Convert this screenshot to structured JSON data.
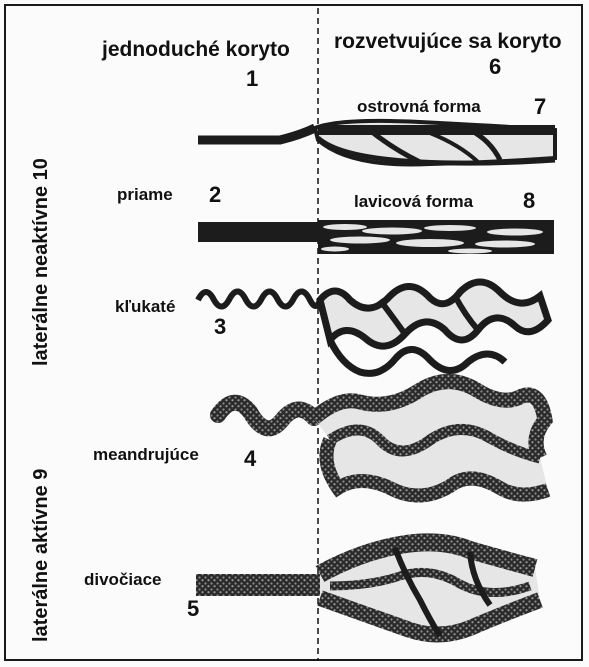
{
  "headers": {
    "single": "jednoduché koryto",
    "single_num": "1",
    "branching": "rozvetvujúce sa koryto",
    "branching_num": "6"
  },
  "left_labels": {
    "straight": "priame",
    "straight_num": "2",
    "meandering": "kľukaté",
    "meandering_num": "3",
    "meandrujuce": "meandrujúce",
    "meandrujuce_num": "4",
    "braided": "divočiace",
    "braided_num": "5"
  },
  "right_labels": {
    "island": "ostrovná forma",
    "island_num": "7",
    "bar": "lavicová forma",
    "bar_num": "8"
  },
  "side_labels": {
    "inactive": "laterálne neaktívne 10",
    "active": "laterálne aktívne 9"
  },
  "colors": {
    "channel": "#1c1c1c",
    "island_fill": "#e6e6e6",
    "speckle": "#7a7a7a",
    "divider": "#111111"
  }
}
